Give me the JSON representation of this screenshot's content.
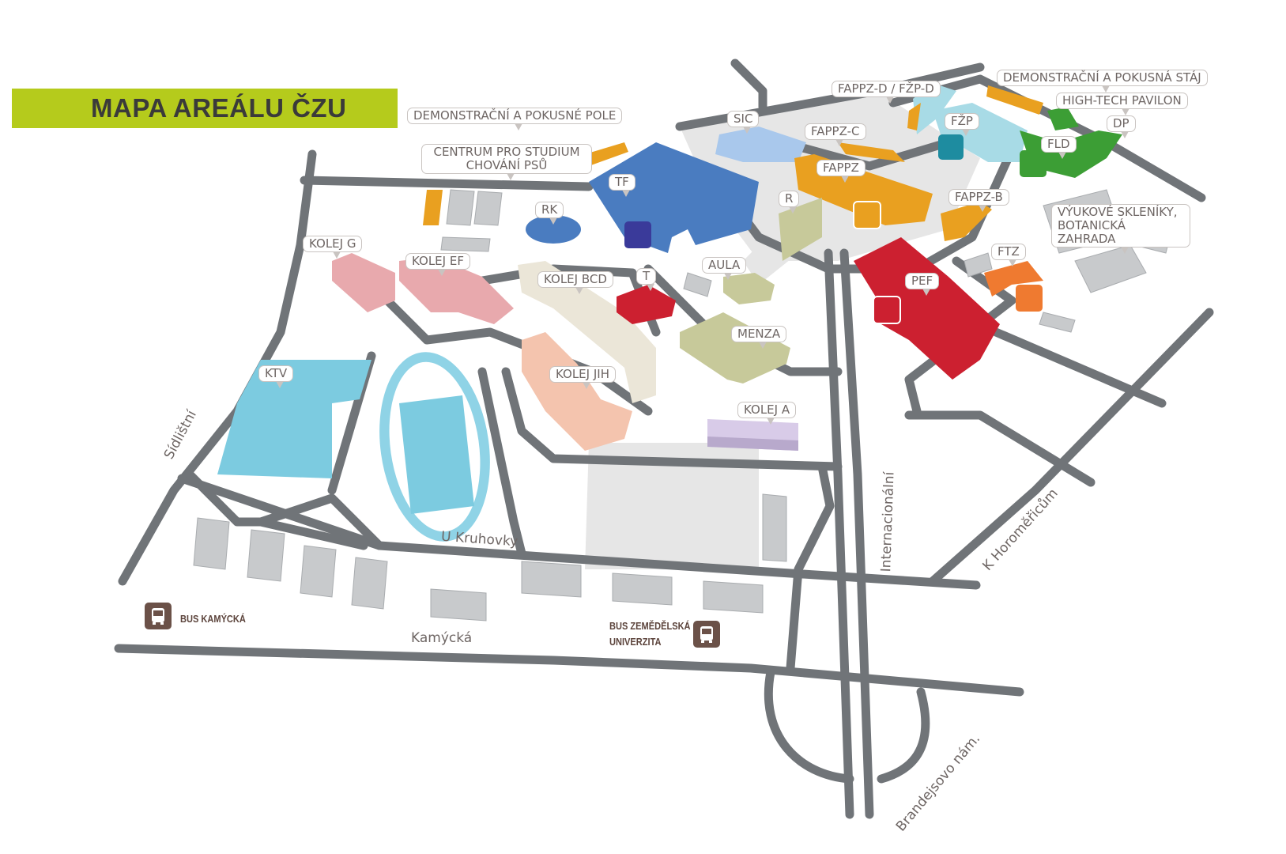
{
  "title": "MAPA AREÁLU ČZU",
  "colors": {
    "title_bar": "#b5cb1c",
    "road": "#707478",
    "tf": "#4a7cc0",
    "fappz": "#e9a020",
    "pef": "#cc2030",
    "fld": "#3c9e35",
    "fzp": "#a8dbe6",
    "ktv": "#7ccbe0",
    "ftz": "#ef7a30"
  },
  "buildings": [
    {
      "id": "demo-pole",
      "label": "DEMONSTRAČNÍ A POKUSNÉ POLE"
    },
    {
      "id": "centrum-psu",
      "label": "CENTRUM PRO STUDIUM CHOVÁNÍ PSŮ"
    },
    {
      "id": "tf",
      "label": "TF"
    },
    {
      "id": "rk",
      "label": "RK"
    },
    {
      "id": "sic",
      "label": "SIC"
    },
    {
      "id": "fappz-c",
      "label": "FAPPZ-C"
    },
    {
      "id": "fappz-d",
      "label": "FAPPZ-D / FŽP-D"
    },
    {
      "id": "fzp",
      "label": "FŽP"
    },
    {
      "id": "demo-staj",
      "label": "DEMONSTRAČNÍ A POKUSNÁ STÁJ"
    },
    {
      "id": "hightech",
      "label": "HIGH-TECH PAVILON"
    },
    {
      "id": "dp",
      "label": "DP"
    },
    {
      "id": "fld",
      "label": "FLD"
    },
    {
      "id": "fappz",
      "label": "FAPPZ"
    },
    {
      "id": "fappz-b",
      "label": "FAPPZ-B"
    },
    {
      "id": "r",
      "label": "R"
    },
    {
      "id": "skleniky",
      "label": "VÝUKOVÉ SKLENÍKY, BOTANICKÁ ZAHRADA"
    },
    {
      "id": "ftz",
      "label": "FTZ"
    },
    {
      "id": "kolej-g",
      "label": "KOLEJ G"
    },
    {
      "id": "kolej-ef",
      "label": "KOLEJ EF"
    },
    {
      "id": "kolej-bcd",
      "label": "KOLEJ BCD"
    },
    {
      "id": "t",
      "label": "T"
    },
    {
      "id": "aula",
      "label": "AULA"
    },
    {
      "id": "pef",
      "label": "PEF"
    },
    {
      "id": "menza",
      "label": "MENZA"
    },
    {
      "id": "ktv",
      "label": "KTV"
    },
    {
      "id": "kolej-jih",
      "label": "KOLEJ JIH"
    },
    {
      "id": "kolej-a",
      "label": "KOLEJ A"
    }
  ],
  "streets": {
    "sidlistni": "Sídlištní",
    "u_kruhovky": "U Kruhovky",
    "kamycka": "Kamýcká",
    "internacionalni": "Internacionální",
    "k_horomericum": "K Horoměřicům",
    "brandejsovo": "Brandejsovo nám."
  },
  "bus_stops": {
    "kamycka_line1": "BUS KAMÝCKÁ",
    "zu_line1": "BUS ZEMĚDĚLSKÁ",
    "zu_line2": "UNIVERZITA"
  }
}
